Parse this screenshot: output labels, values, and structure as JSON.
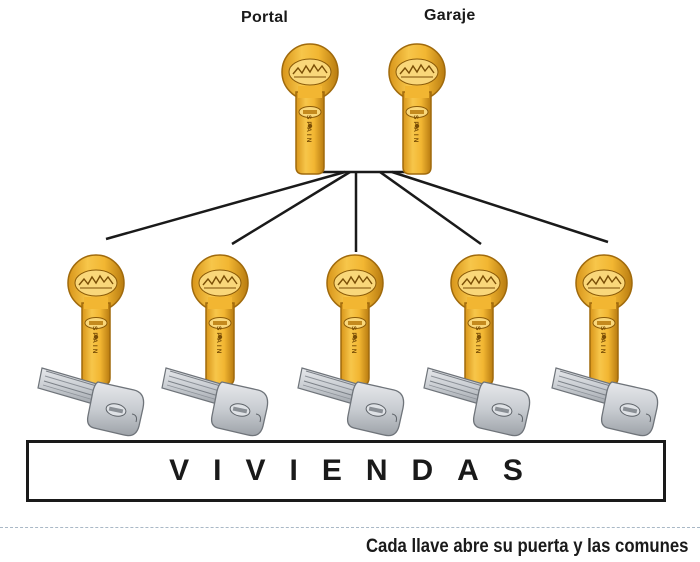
{
  "top_labels": {
    "portal": "Portal",
    "garaje": "Garaje"
  },
  "cylinder_text": "SPAIN",
  "viviendas_label": "VIVIENDAS",
  "caption": "Cada llave abre su puerta y las comunes",
  "colors": {
    "brass": "#f2b632",
    "brass_dark": "#b87b10",
    "brass_light": "#f9d77a",
    "key_silver": "#c9cdd2",
    "key_dark": "#7b8087",
    "line": "#1a1a1a",
    "divider": "#a9b8c6"
  },
  "icons": {
    "cylinder": "euro-lock-cylinder-icon",
    "key": "key-icon"
  },
  "common_locks": [
    "portal",
    "garaje"
  ],
  "dwelling_count": 5
}
